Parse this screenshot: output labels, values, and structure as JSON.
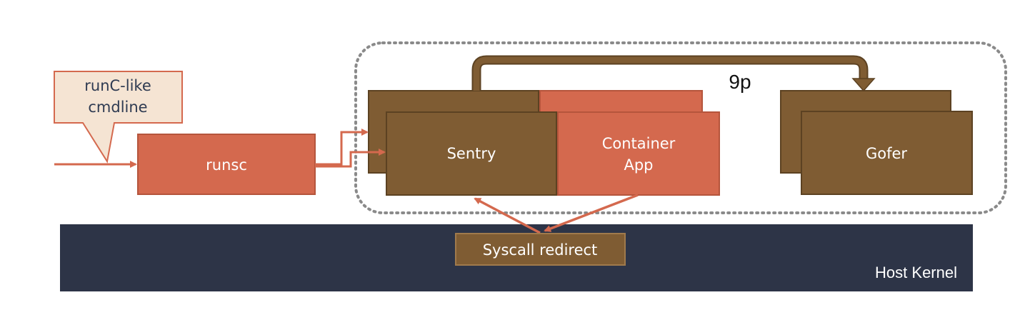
{
  "callout": {
    "line1": "runC-like",
    "line2": "cmdline"
  },
  "runsc": {
    "label": "runsc"
  },
  "sentry": {
    "label": "Sentry"
  },
  "container_app": {
    "line1": "Container",
    "line2": "App"
  },
  "gofer": {
    "label": "Gofer"
  },
  "protocol": {
    "label": "9p"
  },
  "syscall_redirect": {
    "label": "Syscall redirect"
  },
  "host_kernel": {
    "label": "Host Kernel"
  },
  "colors": {
    "orange": "#d4694e",
    "brown": "#7f5c33",
    "kernel": "#2d3447",
    "callout_fill": "#f5e4d3",
    "sandbox_border": "#8a8a8a"
  }
}
